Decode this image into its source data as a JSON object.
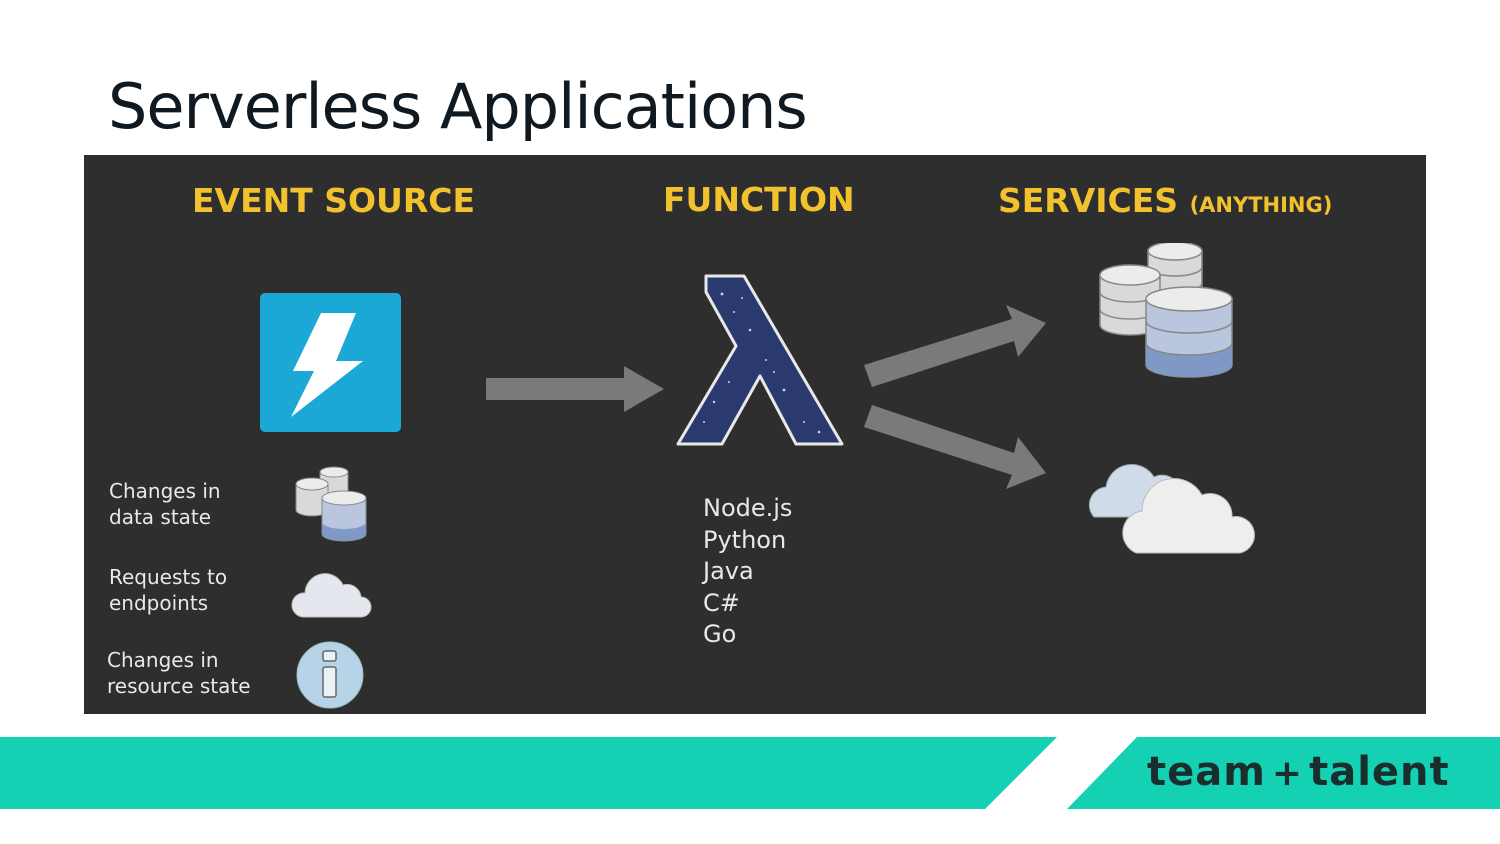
{
  "slide": {
    "title": "Serverless Applications"
  },
  "diagram": {
    "columns": {
      "event_source": "EVENT SOURCE",
      "function": "FUNCTION",
      "services": "SERVICES",
      "services_note": "(ANYTHING)"
    },
    "event_sources": [
      {
        "label_line1": "Changes in",
        "label_line2": "data state",
        "icon": "database-icon"
      },
      {
        "label_line1": "Requests to",
        "label_line2": "endpoints",
        "icon": "cloud-icon"
      },
      {
        "label_line1": "Changes in",
        "label_line2": "resource state",
        "icon": "info-icon"
      }
    ],
    "runtimes": [
      "Node.js",
      "Python",
      "Java",
      "C#",
      "Go"
    ],
    "colors": {
      "panel_background": "#2e2e2e",
      "heading": "#f2c12e",
      "event_tile": "#1ba8d6",
      "lambda": "#2a3a6e",
      "arrow": "#7a7b78"
    }
  },
  "footer": {
    "brand_left": "team",
    "brand_mark": "+",
    "brand_right": "talent",
    "band_color": "#13d1b2"
  }
}
